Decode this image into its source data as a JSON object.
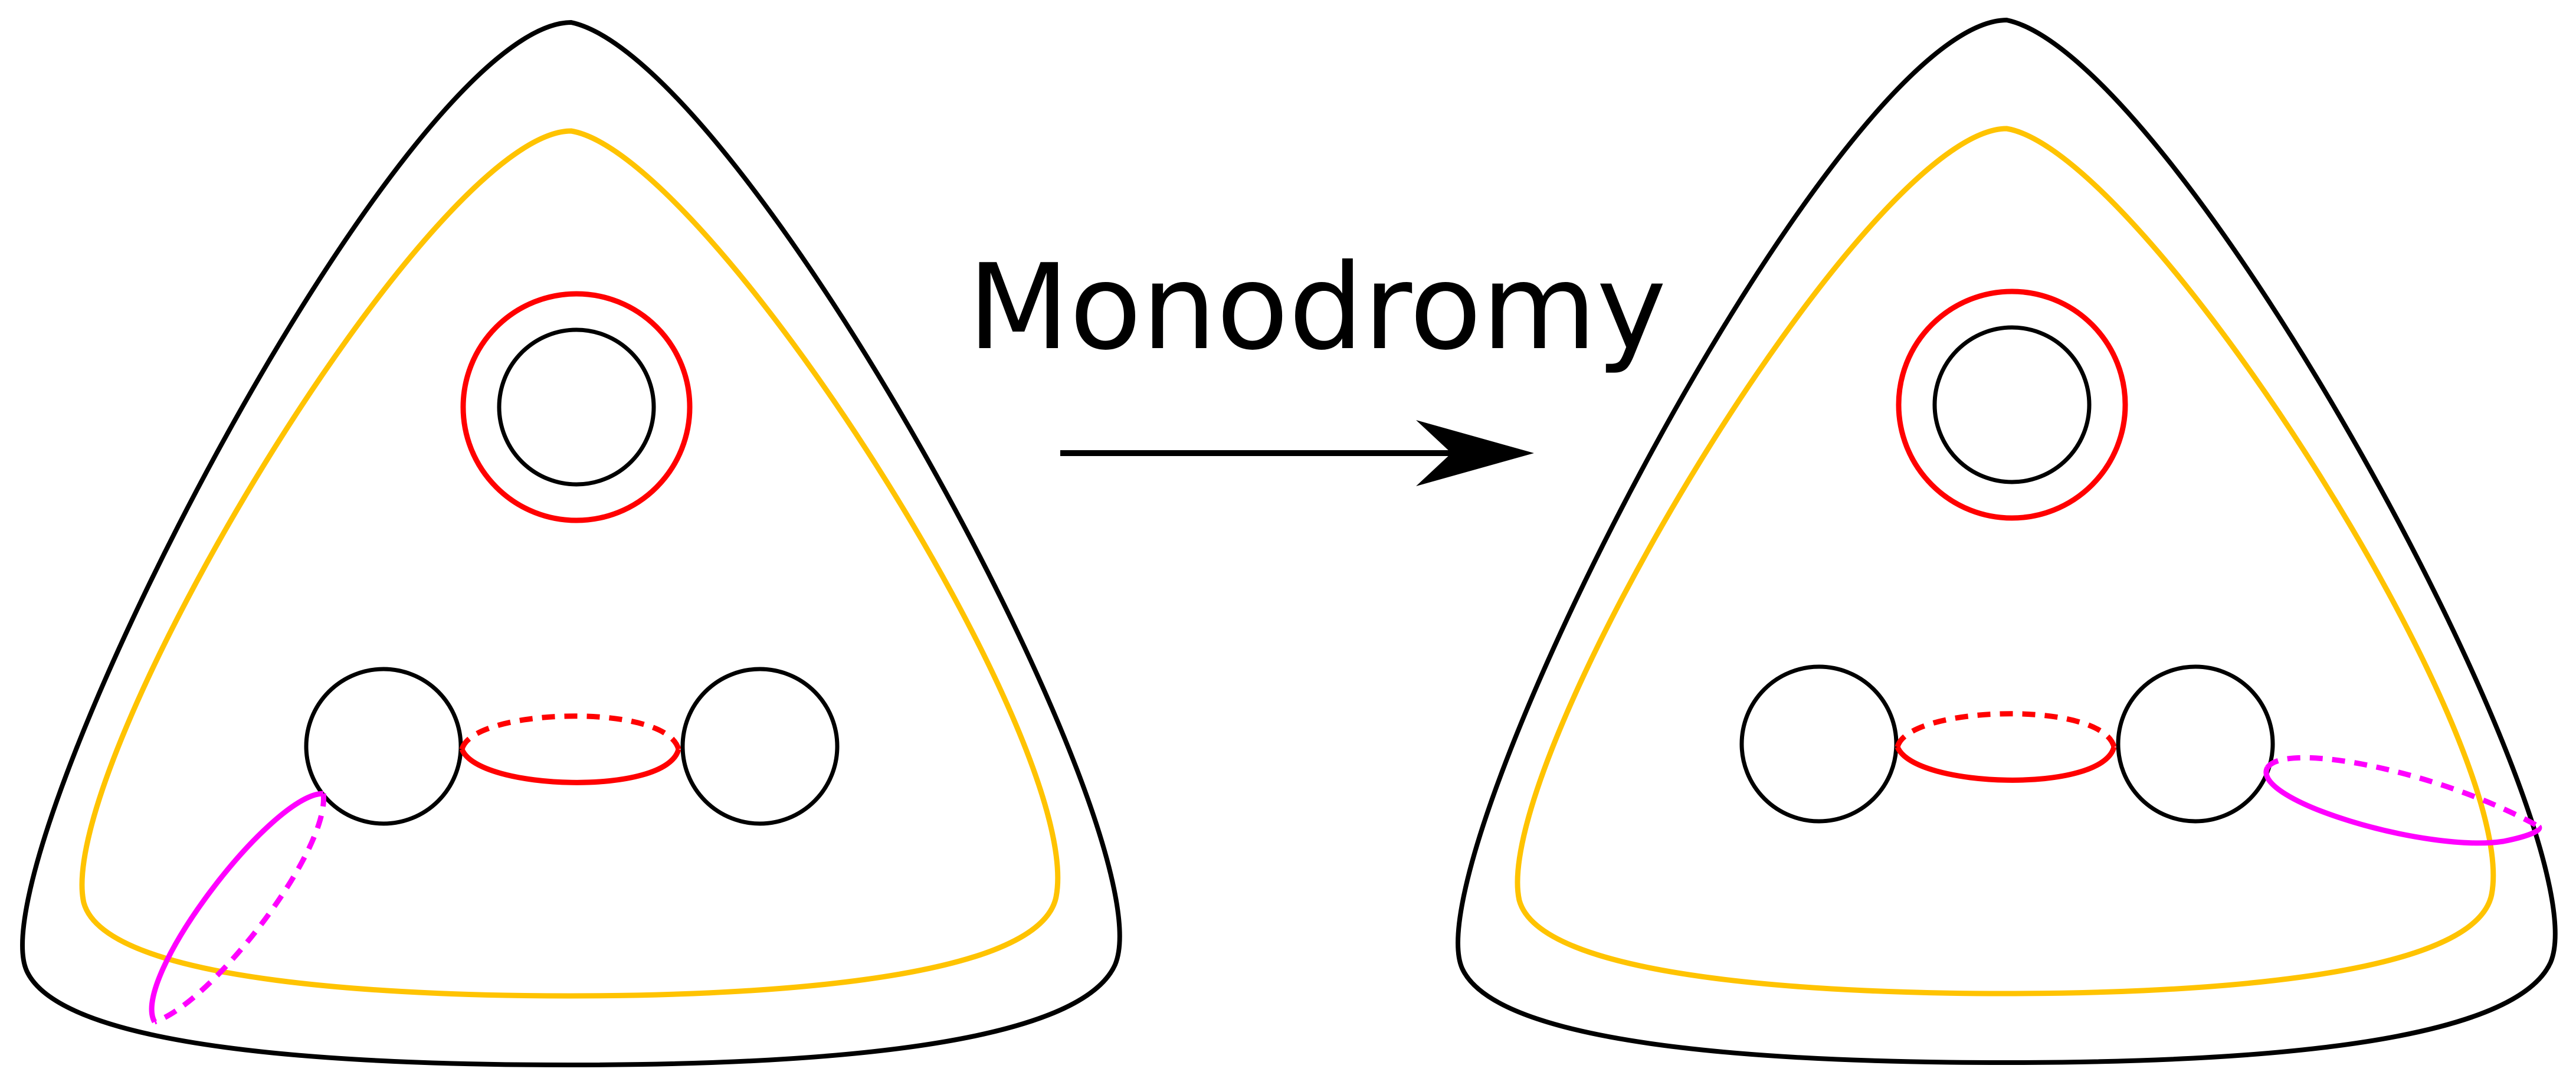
{
  "label": "Monodromy",
  "colors": {
    "outline": "#000000",
    "outer_curve": "#FFC300",
    "loop_curve": "#FF0000",
    "twisted_curve": "#FF00FF"
  },
  "panels": [
    {
      "name": "surface-before"
    },
    {
      "name": "surface-after"
    }
  ]
}
